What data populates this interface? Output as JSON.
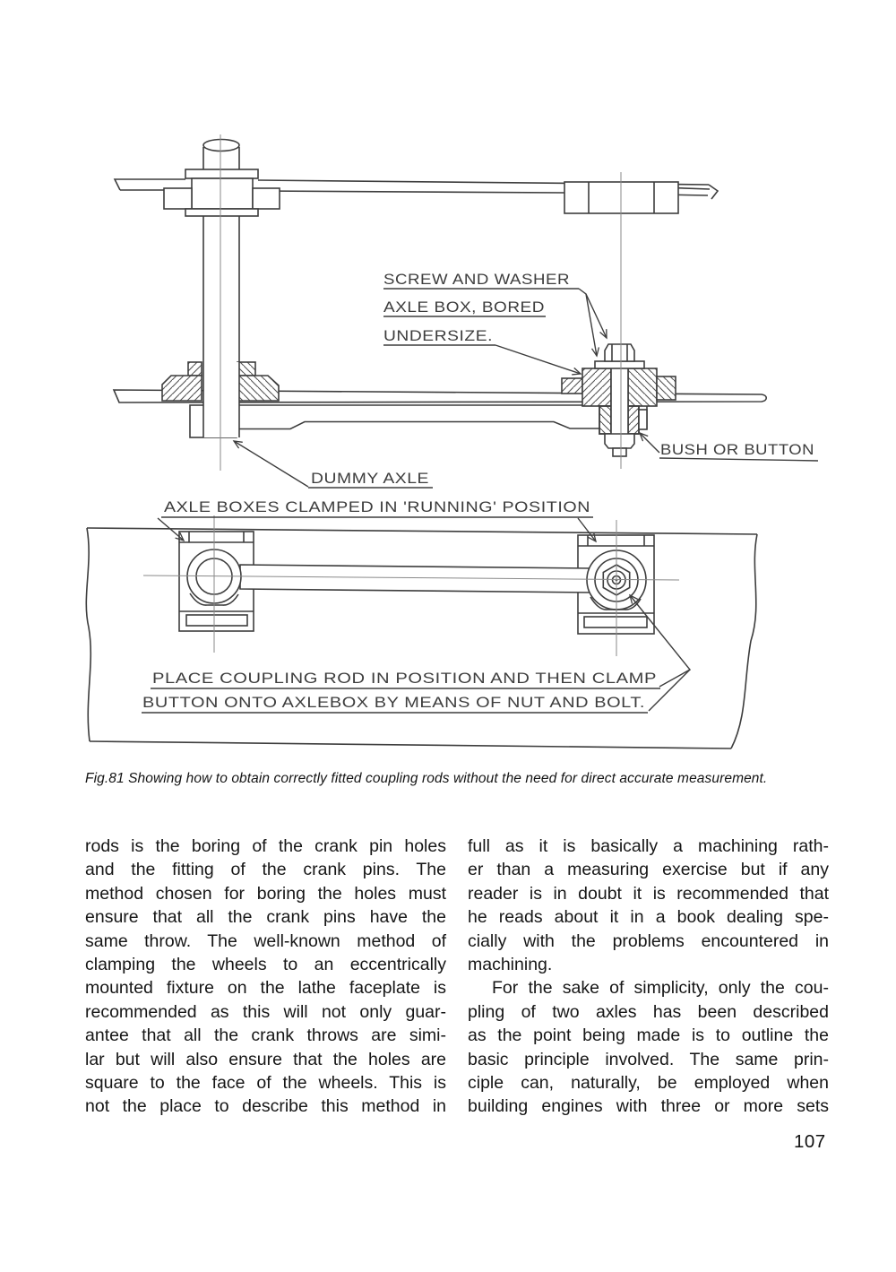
{
  "figure": {
    "labels": {
      "screw_washer": "SCREW AND WASHER",
      "axle_box_bored": "AXLE BOX, BORED",
      "undersize": "UNDERSIZE.",
      "bush_or_button": "BUSH OR BUTTON",
      "dummy_axle": "DUMMY AXLE",
      "axleboxes_clamped": "AXLE BOXES CLAMPED IN 'RUNNING' POSITION",
      "place_line1": "PLACE COUPLING ROD IN POSITION AND THEN CLAMP",
      "place_line2": "BUTTON ONTO AXLEBOX BY MEANS OF NUT AND BOLT."
    },
    "caption": "Fig.81 Showing how to obtain correctly fitted coupling rods without the need for direct accurate measurement."
  },
  "body": {
    "column1": {
      "lines": [
        "rods is the boring of the crank pin holes",
        "and the fitting of the crank pins. The",
        "method chosen for boring the holes must",
        "ensure that all the crank pins have the",
        "same throw. The well-known method of",
        "clamping the wheels to an eccentrically",
        "mounted fixture on the lathe faceplate is",
        "recommended as this will not only guar-",
        "antee that all the crank throws are simi-",
        "lar but will also ensure that the holes are",
        "square to the face of the wheels. This is",
        "not the place to describe this method in"
      ]
    },
    "column2": {
      "paragraph1_lines": [
        "full as it is basically a machining rath-",
        "er than a measuring exercise but if any",
        "reader is in doubt it is recommended that",
        "he reads about it in a book dealing spe-",
        "cially with the problems encountered in",
        "machining."
      ],
      "paragraph2_lines": [
        "For the sake of simplicity, only the cou-",
        "pling of two axles has been described",
        "as the point being made is to outline the",
        "basic principle involved. The same prin-",
        "ciple can, naturally, be employed when",
        "building engines with three or more sets"
      ]
    }
  },
  "page_number": "107",
  "colors": {
    "ink": "#3d3d3d",
    "centerline": "#8a8a8a",
    "paper": "#ffffff",
    "body_text": "#161616"
  }
}
